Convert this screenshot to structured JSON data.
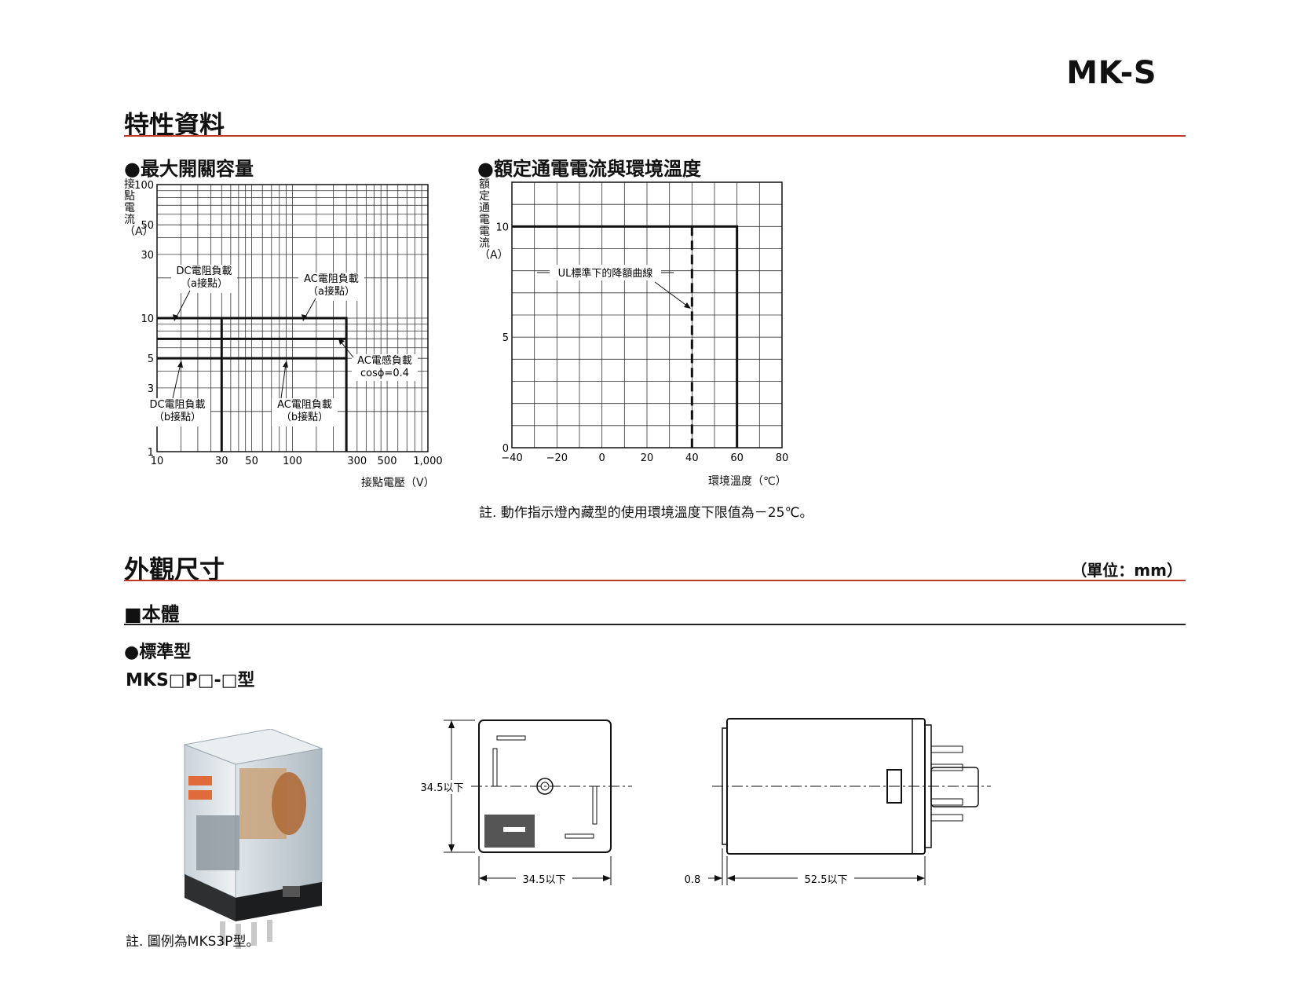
{
  "model": "MK-S",
  "section1_title": "特性資料",
  "chart1": {
    "heading": "●最大開關容量",
    "ylabel": "接點電流（A）",
    "xlabel": "接點電壓（V）"
  },
  "chart2": {
    "heading": "●額定通電電流與環境溫度",
    "ylabel": "額定通電電流（A）",
    "xlabel": "環境溫度（℃）",
    "note": "註. 動作指示燈內藏型的使用環境溫度下限值為－25℃。"
  },
  "chart_data": [
    {
      "type": "line",
      "title": "",
      "xscale": "log",
      "yscale": "log",
      "xlim": [
        10,
        1000
      ],
      "ylim": [
        1,
        100
      ],
      "xticks": [
        "10",
        "30",
        "50",
        "100",
        "300",
        "500",
        "1,000"
      ],
      "xtick_values": [
        10,
        30,
        50,
        100,
        300,
        500,
        1000
      ],
      "yticks": [
        "1",
        "3",
        "5",
        "10",
        "30",
        "50",
        "100"
      ],
      "ytick_values": [
        1,
        3,
        5,
        10,
        30,
        50,
        100
      ],
      "series": [
        {
          "name": "DC電阻負載（a接點）",
          "points": [
            [
              10,
              10
            ],
            [
              30,
              10
            ],
            [
              30,
              1
            ]
          ]
        },
        {
          "name": "AC電阻負載（a接點）",
          "points": [
            [
              30,
              10
            ],
            [
              250,
              10
            ],
            [
              250,
              1
            ]
          ]
        },
        {
          "name": "AC電感負載 cosϕ=0.4",
          "points": [
            [
              10,
              7
            ],
            [
              250,
              7
            ]
          ]
        },
        {
          "name": "DC電阻負載（b接點）",
          "points": [
            [
              10,
              5
            ],
            [
              30,
              5
            ]
          ]
        },
        {
          "name": "AC電阻負載（b接點）",
          "points": [
            [
              30,
              5
            ],
            [
              250,
              5
            ]
          ]
        }
      ],
      "annotations": [
        {
          "label": "DC電阻負載",
          "sub": "（a接點）"
        },
        {
          "label": "AC電阻負載",
          "sub": "（a接點）"
        },
        {
          "label": "AC電感負載",
          "sub": "cosϕ=0.4"
        },
        {
          "label": "DC電阻負載",
          "sub": "（b接點）"
        },
        {
          "label": "AC電阻負載",
          "sub": "（b接點）"
        }
      ]
    },
    {
      "type": "line",
      "title": "",
      "xlim": [
        -40,
        80
      ],
      "ylim": [
        0,
        12
      ],
      "xticks": [
        "−40",
        "−20",
        "0",
        "20",
        "40",
        "60",
        "80"
      ],
      "xtick_values": [
        -40,
        -20,
        0,
        20,
        40,
        60,
        80
      ],
      "yticks": [
        "0",
        "5",
        "10"
      ],
      "ytick_values": [
        0,
        5,
        10
      ],
      "series": [
        {
          "name": "",
          "points": [
            [
              -40,
              10
            ],
            [
              60,
              10
            ],
            [
              60,
              0
            ]
          ]
        },
        {
          "name": "UL標準下的降額曲線",
          "dashed": true,
          "points": [
            [
              40,
              10
            ],
            [
              40,
              0
            ]
          ]
        }
      ],
      "annotations": [
        {
          "label": "UL標準下的降額曲線"
        }
      ]
    }
  ],
  "section2_title": "外觀尺寸",
  "unit_label": "（單位：mm）",
  "body_title": "■本體",
  "standard_title": "●標準型",
  "model_code": "MKS□P□-□型",
  "dims": {
    "height": "34.5以下",
    "width": "34.5以下",
    "offset": "0.8",
    "length": "52.5以下"
  },
  "photo_note": "註. 圖例為MKS3P型。",
  "colors": {
    "accent_rule": "#c0392b"
  }
}
